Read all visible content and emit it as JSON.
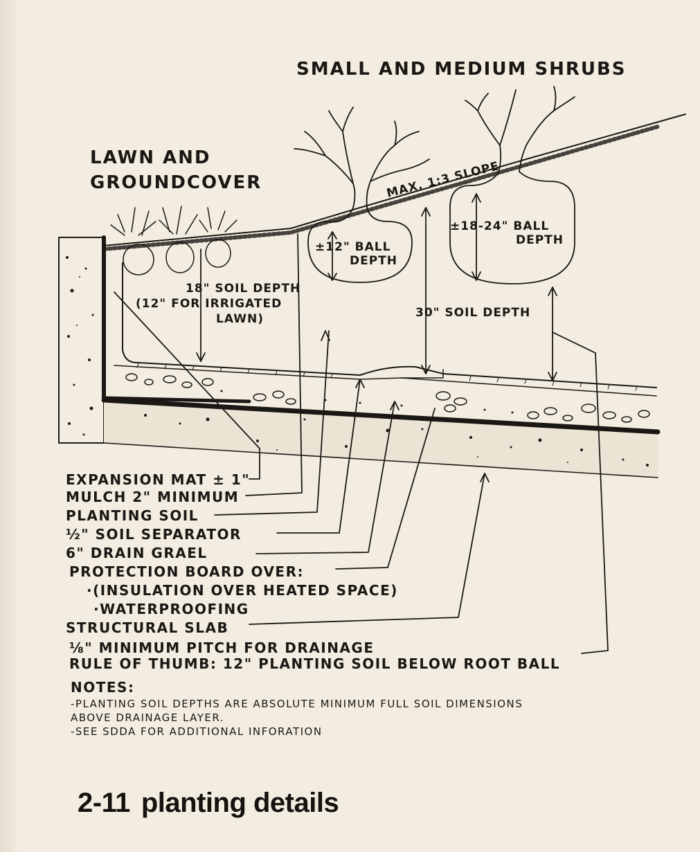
{
  "labels": {
    "shrubs_title": "SMALL AND MEDIUM SHRUBS",
    "lawn_line1": "LAWN AND",
    "lawn_line2": "GROUNDCOVER",
    "slope": "MAX. 1:3 SLOPE",
    "ball_small_1": "±12\" BALL",
    "ball_small_2": "DEPTH",
    "ball_large_1": "±18-24\" BALL",
    "ball_large_2": "DEPTH",
    "soil_18_1": "18\" SOIL DEPTH",
    "soil_18_2": "(12\" FOR IRRIGATED",
    "soil_18_3": "LAWN)",
    "soil_30": "30\" SOIL DEPTH"
  },
  "legend": [
    "EXPANSION MAT ± 1\"",
    "MULCH 2\" MINIMUM",
    "PLANTING SOIL",
    "½\" SOIL SEPARATOR",
    "6\" DRAIN GRAEL",
    "PROTECTION BOARD OVER:",
    "·(INSULATION OVER HEATED SPACE)",
    "·WATERPROOFING",
    "STRUCTURAL SLAB",
    "⅛\" MINIMUM PITCH FOR DRAINAGE",
    "RULE OF THUMB: 12\" PLANTING SOIL BELOW ROOT BALL"
  ],
  "notes": {
    "heading": "NOTES:",
    "line1": "-PLANTING SOIL DEPTHS ARE ABSOLUTE MINIMUM FULL SOIL DIMENSIONS",
    "line2": "ABOVE DRAINAGE LAYER.",
    "line3": "-SEE SDDA FOR ADDITIONAL INFORATION"
  },
  "caption": {
    "number": "2-11",
    "title": "planting details"
  }
}
